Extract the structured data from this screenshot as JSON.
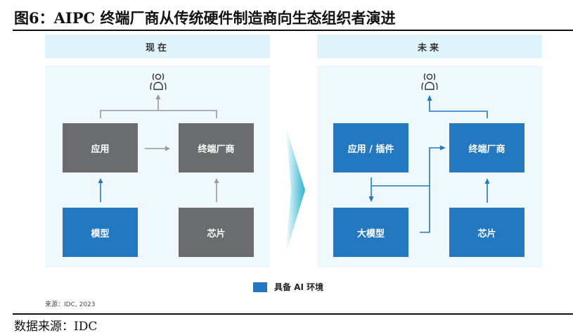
{
  "figure": {
    "title": "图6：AIPC 终端厂商从传统硬件制造商向生态组织者演进"
  },
  "panels": [
    {
      "id": "now",
      "header": "现在",
      "user_icon": "user-group-icon",
      "boxes": {
        "app": {
          "label": "应用",
          "ai_enabled": false
        },
        "vendor": {
          "label": "终端厂商",
          "ai_enabled": false
        },
        "model": {
          "label": "模型",
          "ai_enabled": true
        },
        "chip": {
          "label": "芯片",
          "ai_enabled": false
        }
      },
      "flows": [
        "模型 → 应用",
        "应用 → 终端厂商",
        "芯片 → 终端厂商",
        "应用 + 终端厂商 → 用户"
      ]
    },
    {
      "id": "future",
      "header": "未来",
      "user_icon": "user-group-icon",
      "boxes": {
        "app": {
          "label": "应用 / 插件",
          "ai_enabled": true
        },
        "vendor": {
          "label": "终端厂商",
          "ai_enabled": true
        },
        "model": {
          "label": "大模型",
          "ai_enabled": true
        },
        "chip": {
          "label": "芯片",
          "ai_enabled": true
        }
      },
      "flows": [
        "应用 / 插件 → 大模型",
        "应用 / 插件 → 终端厂商",
        "大模型 → 终端厂商",
        "芯片 → 终端厂商",
        "终端厂商 → 用户"
      ]
    }
  ],
  "transition_icon": "chevron-right-icon",
  "legend": {
    "label": "具备 AI 环境",
    "color": "#2378c0"
  },
  "colors": {
    "ai_blue": "#2378c0",
    "legacy_gray": "#6b6c70",
    "header_bg": "#dff3fb",
    "panel_bg": "#eff8fc",
    "arrow_gray": "#9a9a9a",
    "chevron": "#2bb3cf"
  },
  "source_inner": "来源：IDC, 2023",
  "source_outer": "数据来源：IDC"
}
